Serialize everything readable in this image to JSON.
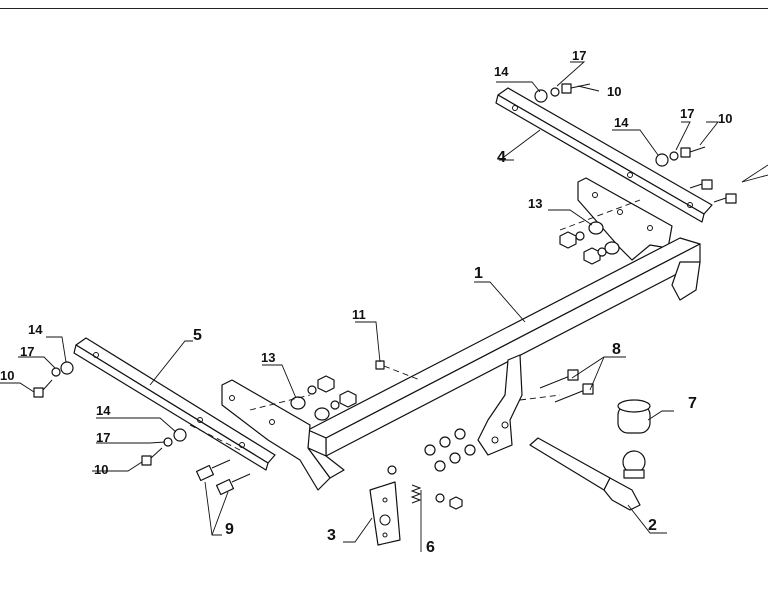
{
  "diagram": {
    "callouts": [
      {
        "id": "c1",
        "text": "1"
      },
      {
        "id": "c2",
        "text": "2"
      },
      {
        "id": "c3",
        "text": "3"
      },
      {
        "id": "c4",
        "text": "4"
      },
      {
        "id": "c5",
        "text": "5"
      },
      {
        "id": "c6",
        "text": "6"
      },
      {
        "id": "c7",
        "text": "7"
      },
      {
        "id": "c8",
        "text": "8"
      },
      {
        "id": "c9",
        "text": "9"
      },
      {
        "id": "c10a",
        "text": "10"
      },
      {
        "id": "c10b",
        "text": "10"
      },
      {
        "id": "c10c",
        "text": "10"
      },
      {
        "id": "c10d",
        "text": "10"
      },
      {
        "id": "c11",
        "text": "11"
      },
      {
        "id": "c13a",
        "text": "13"
      },
      {
        "id": "c13b",
        "text": "13"
      },
      {
        "id": "c14a",
        "text": "14"
      },
      {
        "id": "c14b",
        "text": "14"
      },
      {
        "id": "c14c",
        "text": "14"
      },
      {
        "id": "c14d",
        "text": "14"
      },
      {
        "id": "c17a",
        "text": "17"
      },
      {
        "id": "c17b",
        "text": "17"
      },
      {
        "id": "c17c",
        "text": "17"
      },
      {
        "id": "c17d",
        "text": "17"
      }
    ]
  }
}
